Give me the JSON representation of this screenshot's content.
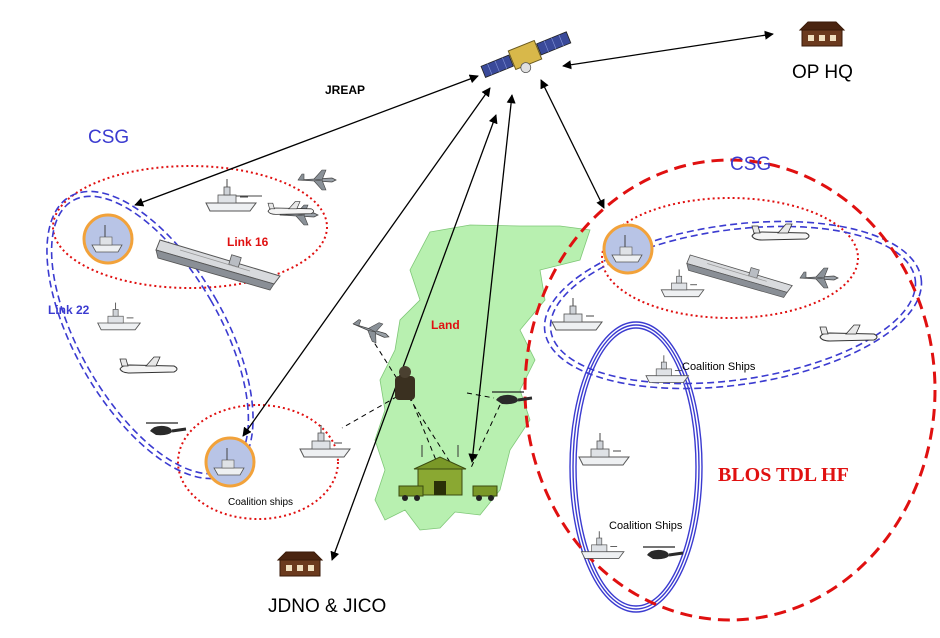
{
  "labels": {
    "jreap": "JREAP",
    "op_hq": "OP HQ",
    "csg_left": "CSG",
    "csg_right": "CSG",
    "link16": "Link 16",
    "link22": "Link 22",
    "land": "Land",
    "coalition_ships_left": "Coalition ships",
    "coalition_ships_right_upper": "Coalition Ships",
    "coalition_ships_right_lower": "Coalition Ships",
    "blos": "BLOS TDL HF",
    "jdno": "JDNO & JICO"
  },
  "colors": {
    "red": "#e01010",
    "blue": "#3b3bd0",
    "land": "#b8f0b0",
    "orange": "#f2a23a",
    "emblem": "#b8c4e6",
    "building": "#6b3a1e"
  },
  "icons": [
    "satellite-icon",
    "building-icon",
    "ship-icon",
    "carrier-icon",
    "fighter-jet-icon",
    "patrol-aircraft-icon",
    "helicopter-icon",
    "soldier-icon",
    "vehicle-icon",
    "command-post-icon"
  ]
}
